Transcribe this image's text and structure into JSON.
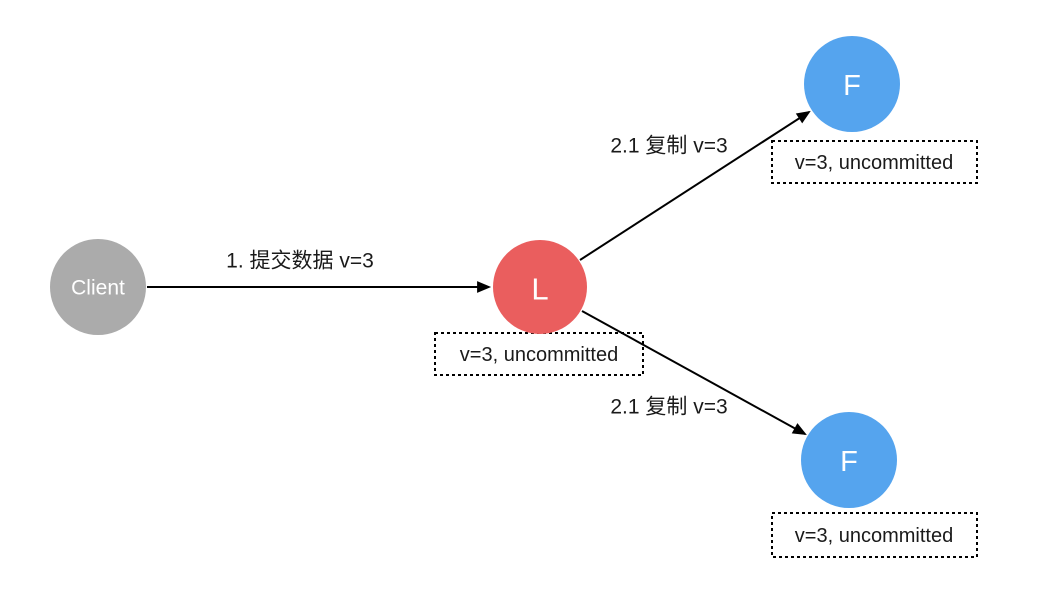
{
  "diagram": {
    "title_semantic": "leader-follower-replication-uncommitted-state",
    "colors": {
      "background": "#ffffff",
      "client_node": "#ababab",
      "leader_node": "#ea5e5e",
      "follower_node": "#55a4ee",
      "edge": "#000000",
      "label_text": "#1a1a1a",
      "node_text": "#ffffff"
    },
    "nodes": {
      "client": {
        "label": "Client"
      },
      "leader": {
        "label": "L"
      },
      "follower_top": {
        "label": "F"
      },
      "follower_bottom": {
        "label": "F"
      }
    },
    "edges": {
      "client_to_leader": {
        "label": "1. 提交数据 v=3"
      },
      "leader_to_follower_top": {
        "label": "2.1 复制 v=3"
      },
      "leader_to_follower_bottom": {
        "label": "2.1 复制 v=3"
      }
    },
    "state_boxes": {
      "leader": {
        "text": "v=3, uncommitted"
      },
      "follower_top": {
        "text": "v=3, uncommitted"
      },
      "follower_bottom": {
        "text": "v=3, uncommitted"
      }
    }
  }
}
